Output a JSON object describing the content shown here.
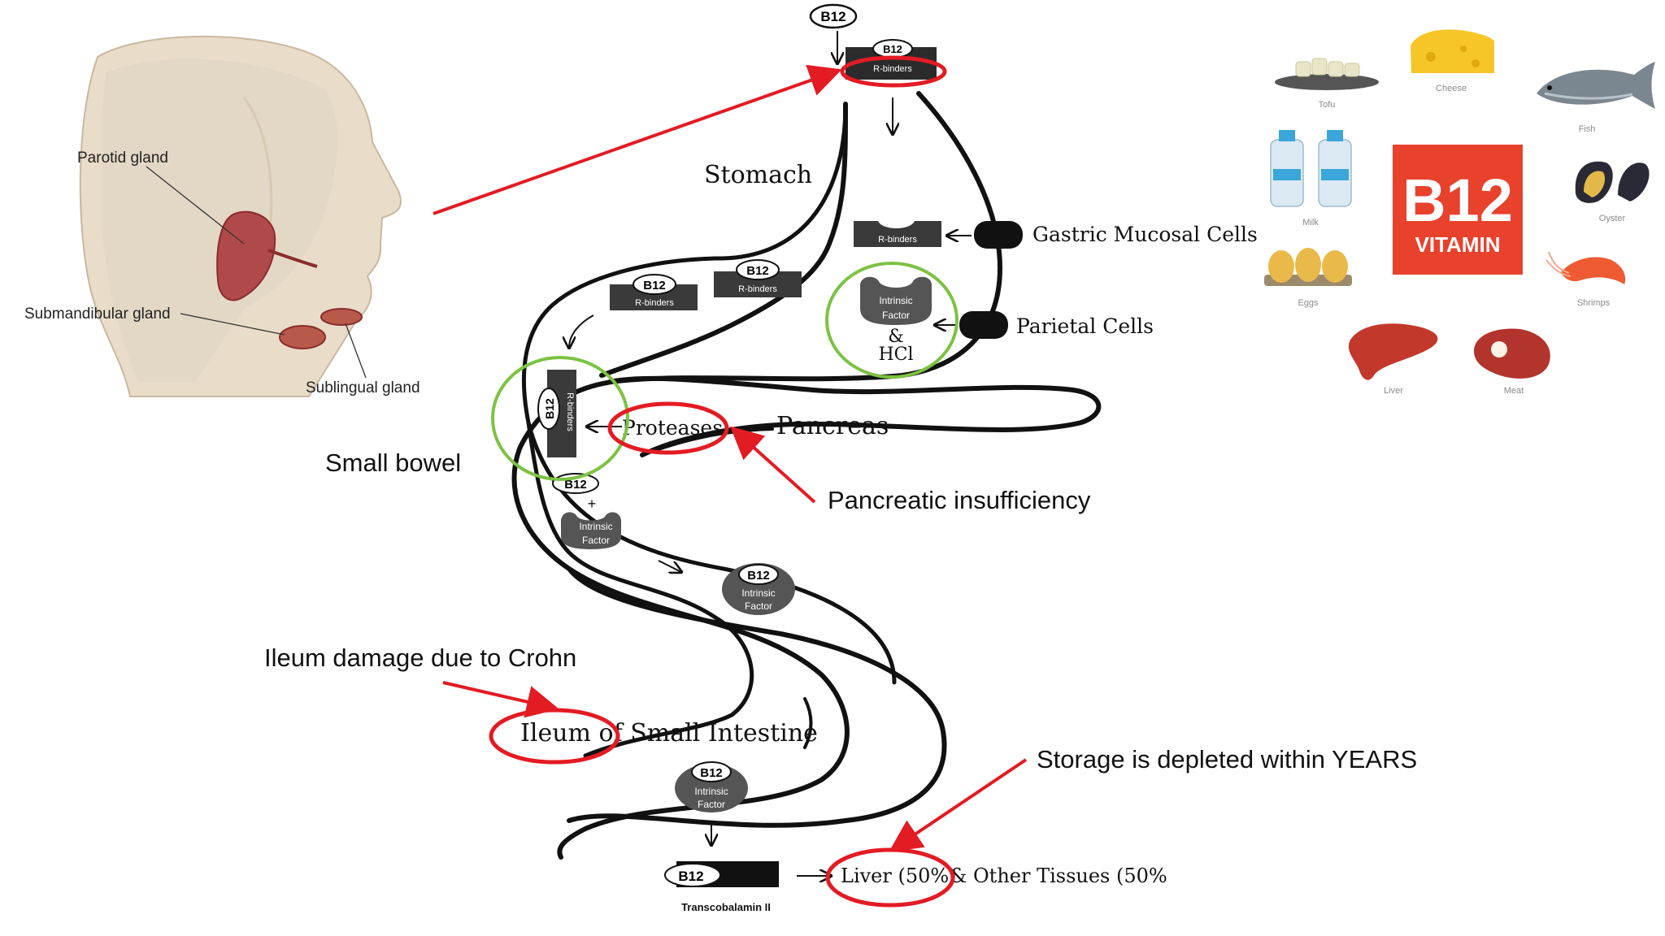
{
  "head": {
    "parotid": "Parotid gland",
    "submandibular": "Submandibular gland",
    "sublingual": "Sublingual gland"
  },
  "gut": {
    "b12": "B12",
    "r_binders": "R-binders",
    "stomach": "Stomach",
    "gastric_cells": "Gastric Mucosal Cells",
    "parietal_cells": "Parietal Cells",
    "intrinsic": "Intrinsic",
    "factor": "Factor",
    "amp": "&",
    "hcl": "HCl",
    "proteases": "Proteases",
    "pancreas": "Pancreas",
    "plus": "+",
    "ileum": "Ileum of Small Intestine",
    "transcobalamin": "Transcobalamin II",
    "liver": "Liver (50%)",
    "other_tissues": "& Other Tissues (50%"
  },
  "annotations": {
    "small_bowel": "Small bowel",
    "pancreatic": "Pancreatic insufficiency",
    "ileum_damage": "Ileum damage due to Crohn",
    "storage": "Storage is depleted within YEARS"
  },
  "foods": {
    "tofu": "Tofu",
    "cheese": "Cheese",
    "fish": "Fish",
    "milk": "Milk",
    "oyster": "Oyster",
    "eggs": "Eggs",
    "shrimps": "Shrimps",
    "liver": "Liver",
    "meat": "Meat",
    "badge_b12": "B12",
    "badge_vitamin": "VITAMIN"
  },
  "colors": {
    "highlight_red": "#e31b23",
    "highlight_green": "#7cc242",
    "vitamin_badge": "#e8412c"
  }
}
